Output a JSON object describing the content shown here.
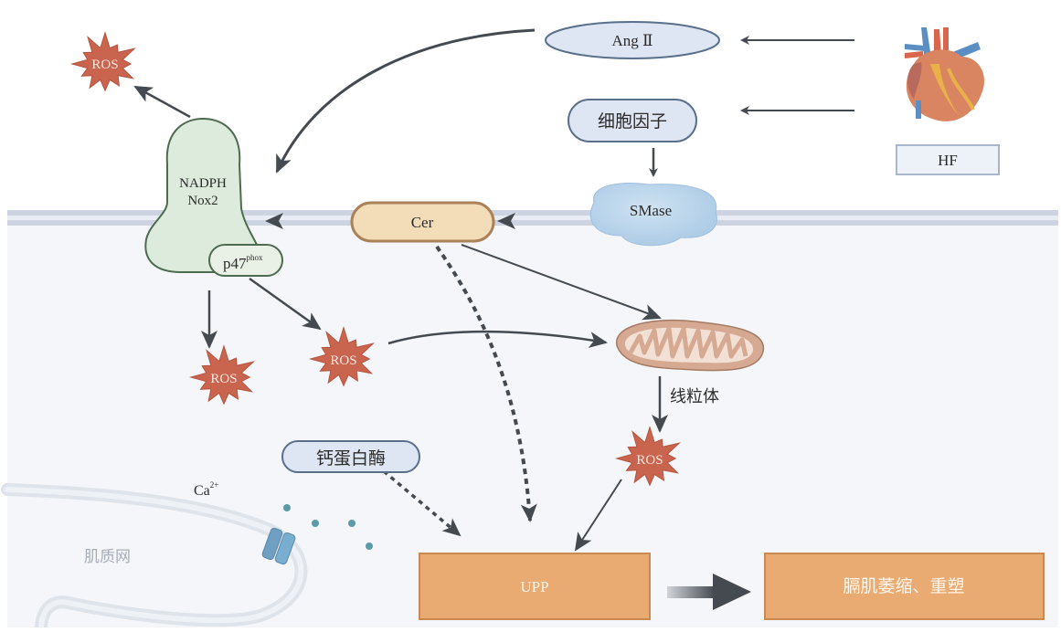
{
  "diagram": {
    "title": "",
    "nodes": {
      "ang2": {
        "label": "Ang Ⅱ"
      },
      "cytokine": {
        "label": "细胞因子"
      },
      "smase": {
        "label": "SMase"
      },
      "hf": {
        "label": "HF"
      },
      "nadph": {
        "line1": "NADPH",
        "line2": "Nox2"
      },
      "p47": {
        "label": "p47",
        "sup": "phox"
      },
      "cer": {
        "label": "Cer"
      },
      "mito": {
        "label": "线粒体"
      },
      "calpain": {
        "label": "钙蛋白酶"
      },
      "ca": {
        "label": "Ca",
        "sup": "2+"
      },
      "sr": {
        "label": "肌质网"
      },
      "upp": {
        "label": "UPP"
      },
      "outcome": {
        "label": "膈肌萎缩、重塑"
      },
      "ros_top": {
        "label": "ROS"
      },
      "ros_left": {
        "label": "ROS"
      },
      "ros_mid": {
        "label": "ROS"
      },
      "ros_mito": {
        "label": "ROS"
      }
    },
    "edges": [
      {
        "from": "hf",
        "to": "ang2",
        "style": "solid"
      },
      {
        "from": "hf",
        "to": "cytokine",
        "style": "solid"
      },
      {
        "from": "ang2",
        "to": "nadph",
        "style": "solid"
      },
      {
        "from": "cytokine",
        "to": "smase",
        "style": "solid"
      },
      {
        "from": "smase",
        "to": "cer",
        "style": "solid"
      },
      {
        "from": "cer",
        "to": "nadph",
        "style": "solid"
      },
      {
        "from": "nadph",
        "to": "ros_top",
        "style": "solid"
      },
      {
        "from": "nadph",
        "to": "ros_left",
        "style": "solid"
      },
      {
        "from": "p47",
        "to": "ros_mid",
        "style": "solid"
      },
      {
        "from": "ros_mid",
        "to": "mito",
        "style": "solid"
      },
      {
        "from": "cer",
        "to": "mito",
        "style": "solid"
      },
      {
        "from": "cer",
        "to": "upp",
        "style": "dashed"
      },
      {
        "from": "mito",
        "to": "ros_mito",
        "style": "solid"
      },
      {
        "from": "ros_mito",
        "to": "upp",
        "style": "solid"
      },
      {
        "from": "calpain",
        "to": "upp",
        "style": "dashed"
      },
      {
        "from": "upp",
        "to": "outcome",
        "style": "bold"
      }
    ],
    "colors": {
      "ros": "#c9644f",
      "ang_fill": "#dde6f2",
      "ang_stroke": "#5a6f8a",
      "nadph_fill": "#dcebdc",
      "nadph_stroke": "#4e6a50",
      "cer_fill": "#f3dcb8",
      "cer_stroke": "#a9825a",
      "box_fill": "#e9ab72",
      "box_stroke": "#c98a52",
      "smase_fill": "#b7d3ea",
      "membrane": "#cdd3e0",
      "arrow": "#444a50",
      "cell_bg": "#f4f6fa"
    }
  }
}
